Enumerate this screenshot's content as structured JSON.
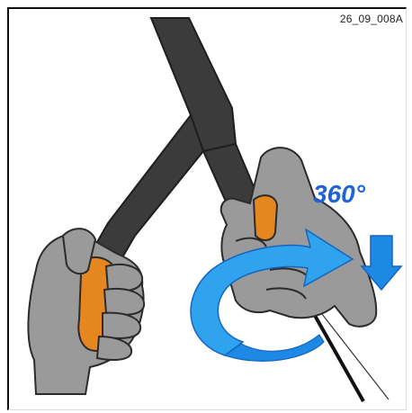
{
  "figure": {
    "reference_code": "26_09_008A",
    "rotation_label": "360°",
    "colors": {
      "glove": "#9a9a9a",
      "glove_outline": "#2b2b2b",
      "hose": "#3b3b3b",
      "grip": "#e6861f",
      "arrow": "#2fa3ee",
      "arrow_dark": "#1565c0",
      "label": "#1e63d6"
    },
    "icons": [
      "left-gloved-hand",
      "right-gloved-hand",
      "welding-torch-hose",
      "rotation-arrow-360",
      "small-turn-arrow"
    ]
  }
}
